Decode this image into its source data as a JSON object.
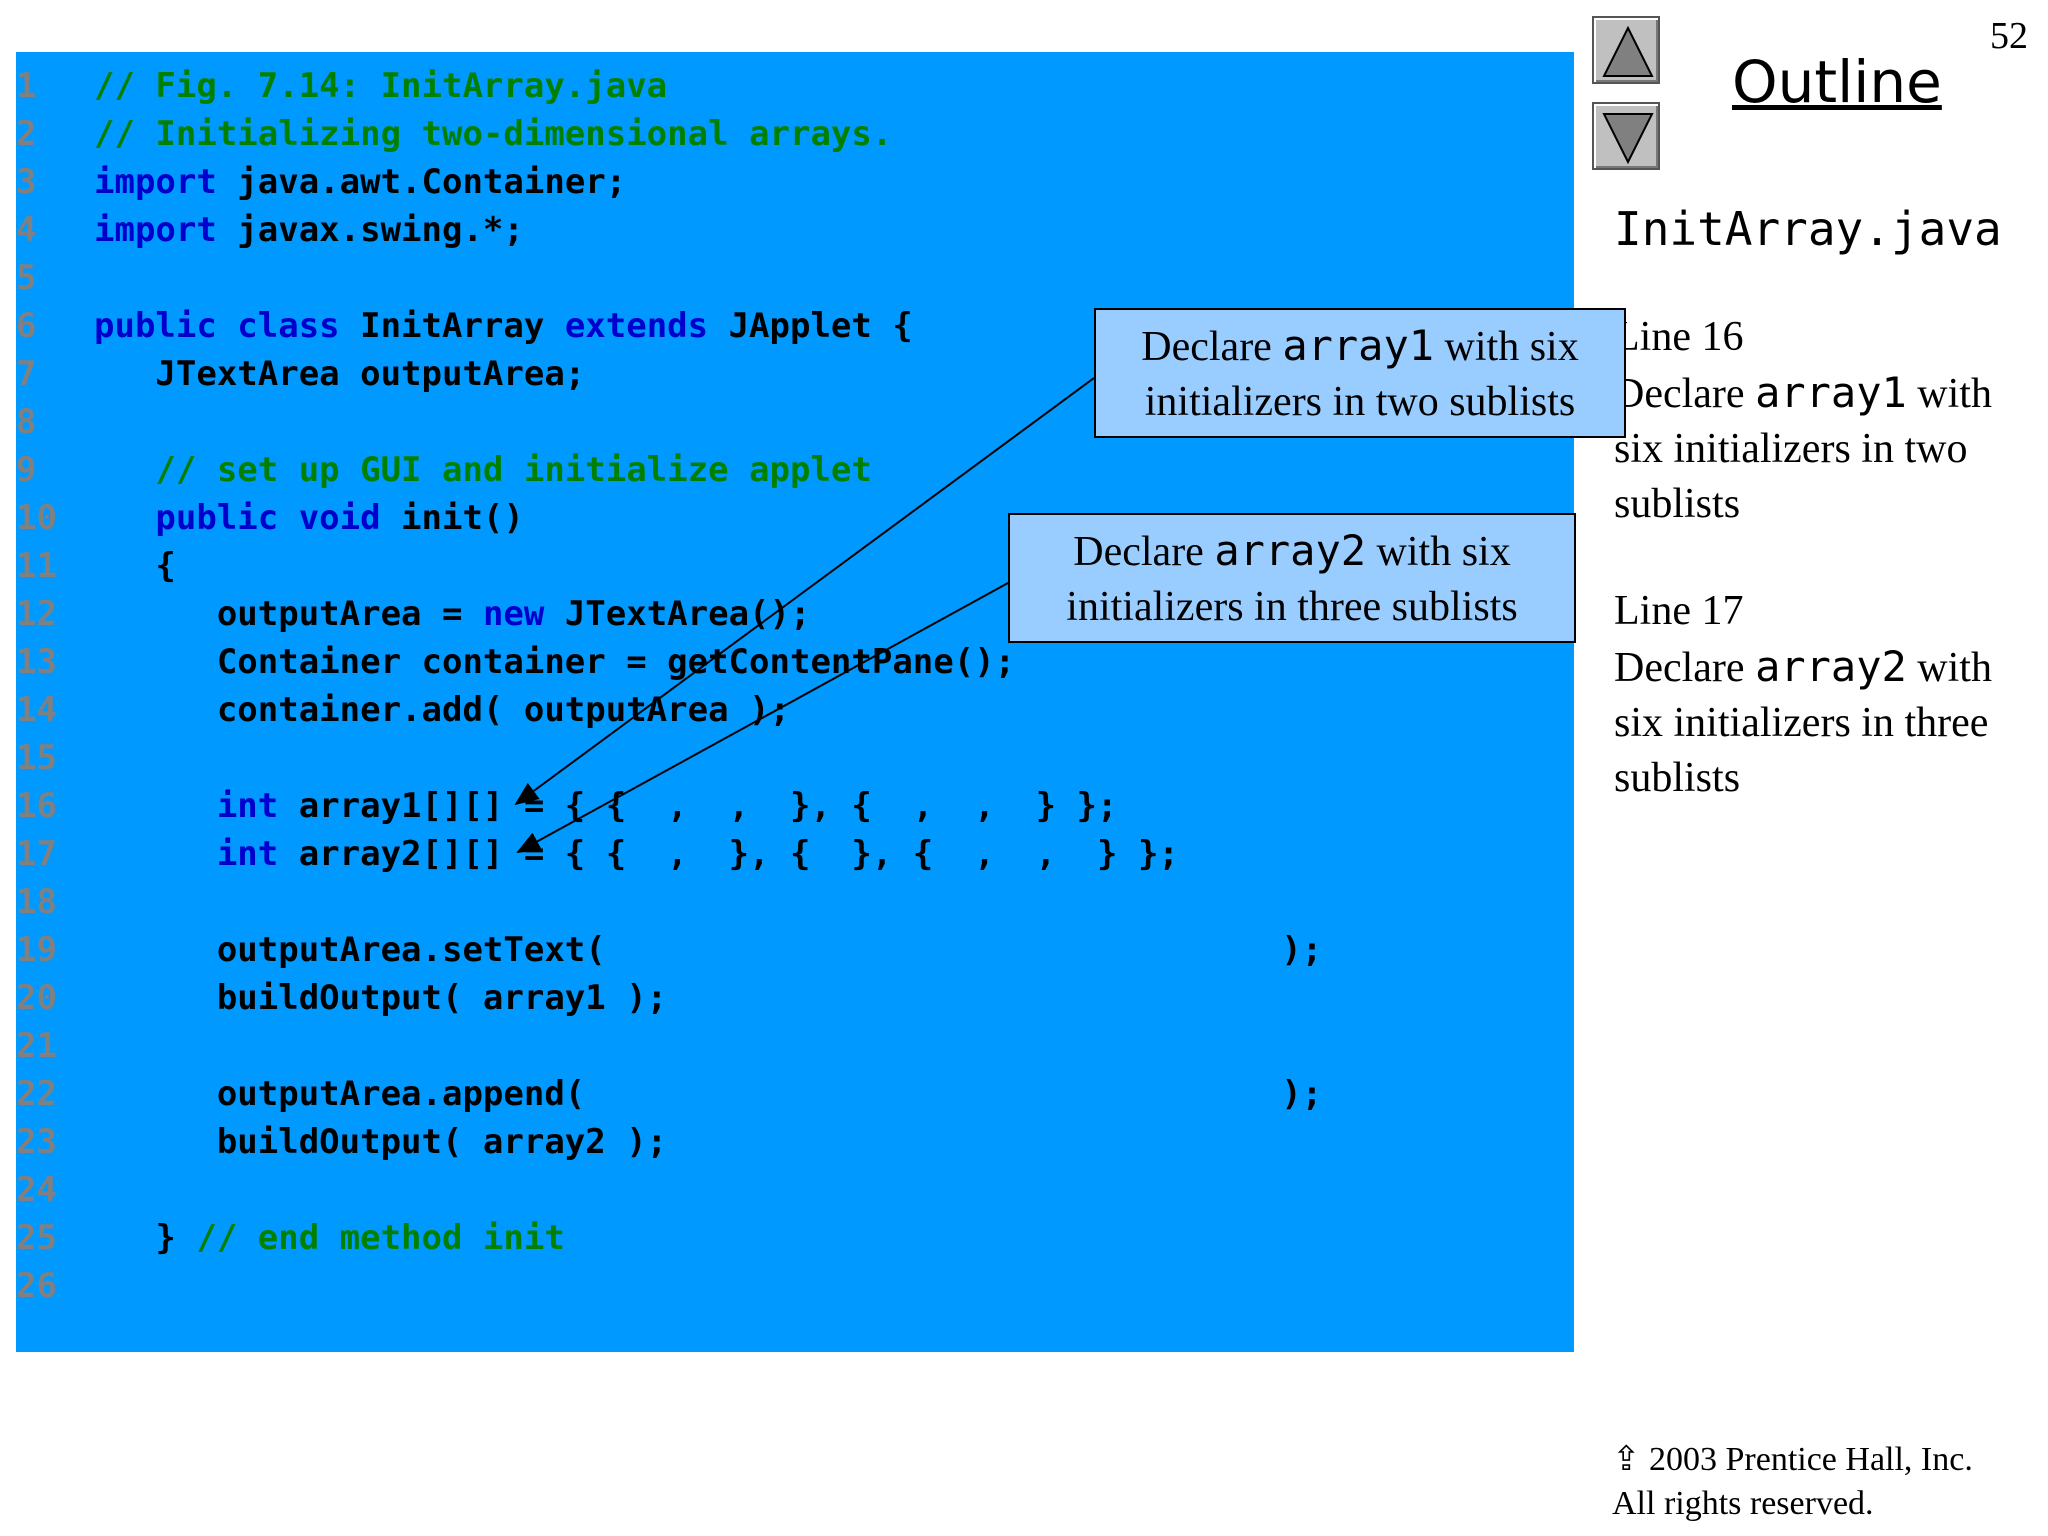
{
  "page_number": "52",
  "outline": {
    "title": "Outline",
    "file_name": "InitArray.java",
    "notes": [
      {
        "line": "Line 16",
        "pre": "Declare ",
        "code": "array1",
        "post": " with six initializers in two sublists"
      },
      {
        "line": "Line 17",
        "pre": "Declare ",
        "code": "array2",
        "post": " with six initializers in three sublists"
      }
    ]
  },
  "nav": {
    "up_icon": "triangle-up-icon",
    "down_icon": "triangle-down-icon"
  },
  "code": {
    "lines": [
      {
        "n": "1",
        "tokens": [
          [
            "cm",
            "// Fig. 7.14: InitArray.java"
          ]
        ]
      },
      {
        "n": "2",
        "tokens": [
          [
            "cm",
            "// Initializing two-dimensional arrays."
          ]
        ]
      },
      {
        "n": "3",
        "tokens": [
          [
            "kw",
            "import"
          ],
          [
            "tx",
            " java.awt.Container;"
          ]
        ]
      },
      {
        "n": "4",
        "tokens": [
          [
            "kw",
            "import"
          ],
          [
            "tx",
            " javax.swing.*;"
          ]
        ]
      },
      {
        "n": "5",
        "tokens": []
      },
      {
        "n": "6",
        "tokens": [
          [
            "kw",
            "public class"
          ],
          [
            "tx",
            " InitArray "
          ],
          [
            "kw",
            "extends"
          ],
          [
            "tx",
            " JApplet {"
          ]
        ]
      },
      {
        "n": "7",
        "tokens": [
          [
            "tx",
            "   JTextArea outputArea;"
          ]
        ]
      },
      {
        "n": "8",
        "tokens": []
      },
      {
        "n": "9",
        "tokens": [
          [
            "cm",
            "   // set up GUI and initialize applet"
          ]
        ]
      },
      {
        "n": "10",
        "tokens": [
          [
            "kw",
            "   public void"
          ],
          [
            "tx",
            " init()"
          ]
        ]
      },
      {
        "n": "11",
        "tokens": [
          [
            "tx",
            "   {"
          ]
        ]
      },
      {
        "n": "12",
        "tokens": [
          [
            "tx",
            "      outputArea = "
          ],
          [
            "kw",
            "new"
          ],
          [
            "tx",
            " JTextArea();"
          ]
        ]
      },
      {
        "n": "13",
        "tokens": [
          [
            "tx",
            "      Container container = getContentPane();"
          ]
        ]
      },
      {
        "n": "14",
        "tokens": [
          [
            "tx",
            "      container.add( outputArea );"
          ]
        ]
      },
      {
        "n": "15",
        "tokens": []
      },
      {
        "n": "16",
        "tokens": [
          [
            "kw",
            "      int"
          ],
          [
            "tx",
            " array1[][] = { {  ,  ,  }, {  ,  ,  } };"
          ]
        ]
      },
      {
        "n": "17",
        "tokens": [
          [
            "kw",
            "      int"
          ],
          [
            "tx",
            " array2[][] = { {  ,  }, {  }, {  ,  ,  } };"
          ]
        ]
      },
      {
        "n": "18",
        "tokens": []
      },
      {
        "n": "19",
        "tokens": [
          [
            "tx",
            "      outputArea.setText(                                 );"
          ]
        ]
      },
      {
        "n": "20",
        "tokens": [
          [
            "tx",
            "      buildOutput( array1 );"
          ]
        ]
      },
      {
        "n": "21",
        "tokens": []
      },
      {
        "n": "22",
        "tokens": [
          [
            "tx",
            "      outputArea.append(                                  );"
          ]
        ]
      },
      {
        "n": "23",
        "tokens": [
          [
            "tx",
            "      buildOutput( array2 );"
          ]
        ]
      },
      {
        "n": "24",
        "tokens": []
      },
      {
        "n": "25",
        "tokens": [
          [
            "tx",
            "   } "
          ],
          [
            "cm",
            "// end method init"
          ]
        ]
      },
      {
        "n": "26",
        "tokens": []
      }
    ]
  },
  "callouts": [
    {
      "pre": "Declare ",
      "code": "array1",
      "post": " with six initializers in two sublists"
    },
    {
      "pre": "Declare ",
      "code": "array2",
      "post": " with six initializers in three sublists"
    }
  ],
  "copyright": {
    "symbol": "⇪",
    "line1": " 2003 Prentice Hall, Inc.",
    "line2": "All rights reserved."
  }
}
